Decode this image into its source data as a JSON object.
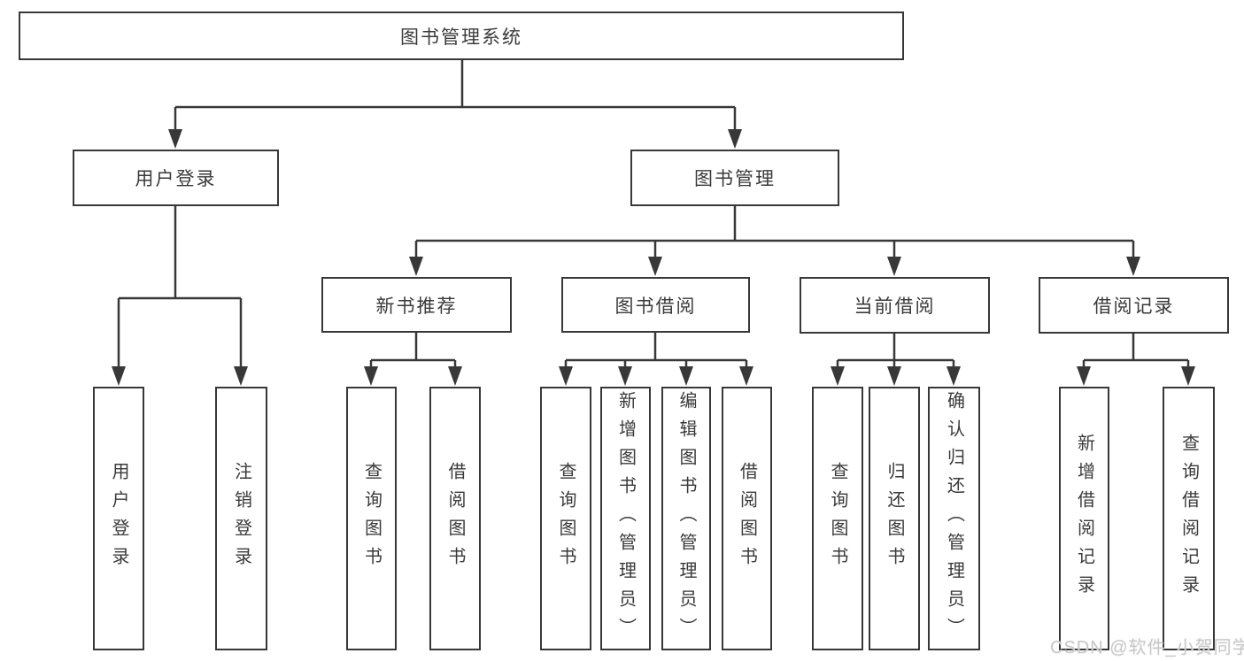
{
  "nodes": {
    "root": "图书管理系统",
    "user_login": "用户登录",
    "book_mgmt": "图书管理",
    "new_books": "新书推荐",
    "book_borrow": "图书借阅",
    "current_borrow": "当前借阅",
    "borrow_records": "借阅记录",
    "leaf_user_login": "用户登录",
    "leaf_logout": "注销登录",
    "leaf_nb_query": "查询图书",
    "leaf_nb_borrow": "借阅图书",
    "leaf_bb_query": "查询图书",
    "leaf_bb_add": "新增图书（管理员）",
    "leaf_bb_edit": "编辑图书（管理员）",
    "leaf_bb_borrow": "借阅图书",
    "leaf_cb_query": "查询图书",
    "leaf_cb_return": "归还图书",
    "leaf_cb_confirm": "确认归还（管理员）",
    "leaf_br_add": "新增借阅记录",
    "leaf_br_query": "查询借阅记录"
  },
  "watermark": "CSDN @软件_小贺同学",
  "colors": {
    "line": "#383838",
    "text": "#3a3a3a",
    "background": "#ffffff",
    "watermark": "#c8c8c8"
  }
}
